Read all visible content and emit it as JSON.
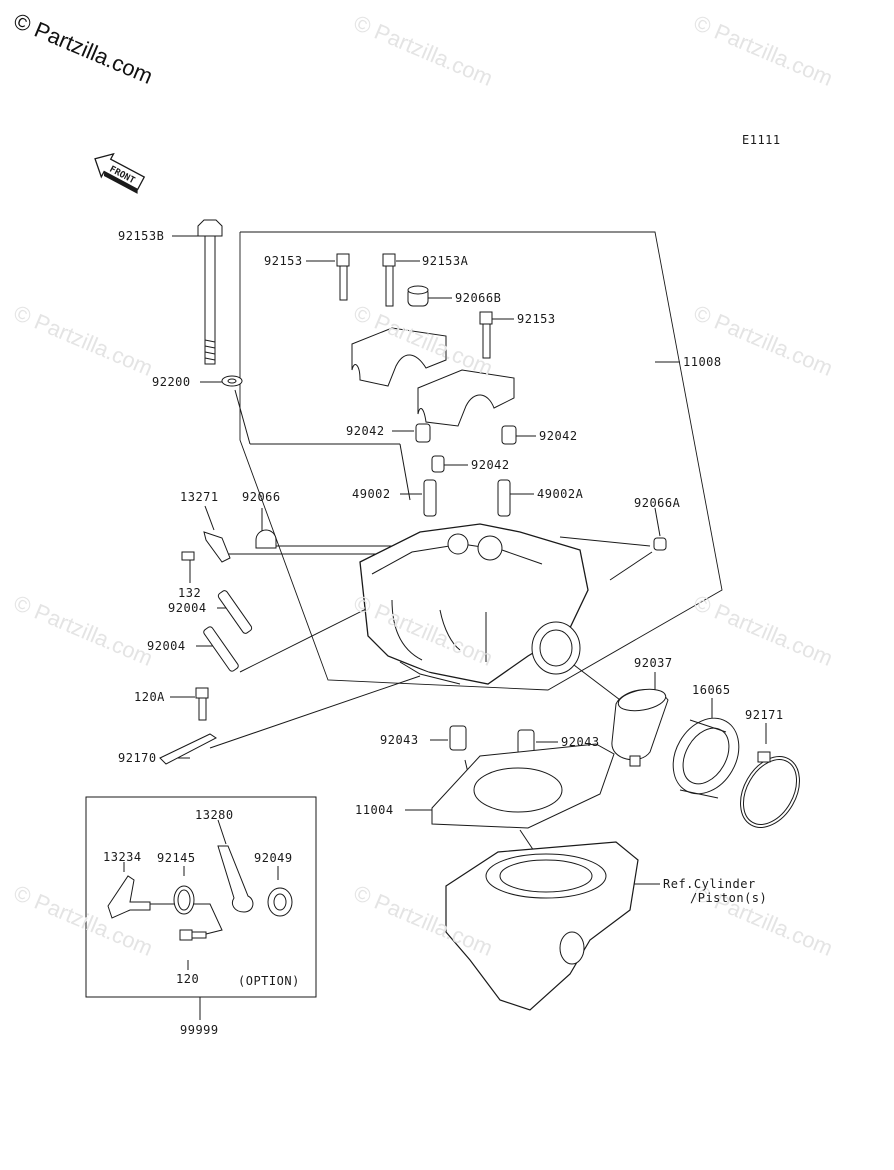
{
  "copyright": "© Partzilla.com",
  "watermark": "© Partzilla.com",
  "diagram_code": "E1111",
  "front_label": "FRONT",
  "parts": {
    "p92153B": "92153B",
    "p92153a": "92153",
    "p92153A": "92153A",
    "p92066B": "92066B",
    "p92153b": "92153",
    "p11008": "11008",
    "p92200": "92200",
    "p92042a": "92042",
    "p92042b": "92042",
    "p92042c": "92042",
    "p49002": "49002",
    "p49002A": "49002A",
    "p13271": "13271",
    "p92066": "92066",
    "p92066A": "92066A",
    "p132": "132",
    "p92004a": "92004",
    "p92004b": "92004",
    "p120A": "120A",
    "p92037": "92037",
    "p16065": "16065",
    "p92171": "92171",
    "p92170": "92170",
    "p92043a": "92043",
    "p92043b": "92043",
    "p11004": "11004",
    "p13280": "13280",
    "p13234": "13234",
    "p92145": "92145",
    "p92049": "92049",
    "p120": "120",
    "option": "(OPTION)",
    "p99999": "99999",
    "ref_cyl_1": "Ref.Cylinder",
    "ref_cyl_2": "/Piston(s)"
  }
}
